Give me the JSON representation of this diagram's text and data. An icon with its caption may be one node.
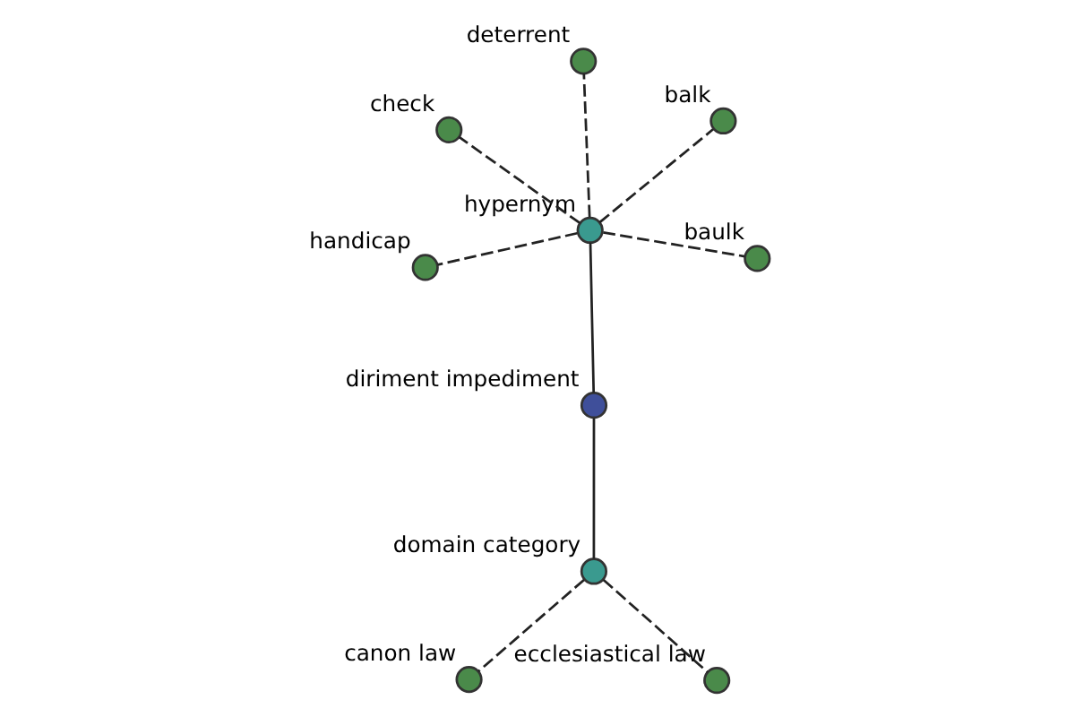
{
  "diagram": {
    "nodes": [
      {
        "text": [
          "diriment impediment"
        ]
      },
      {
        "text": [
          "hypernym"
        ]
      },
      {
        "text": [
          "domain category"
        ]
      },
      {
        "text": [
          "deterrent"
        ]
      },
      {
        "text": [
          "balk"
        ]
      },
      {
        "text": [
          "check"
        ]
      },
      {
        "text": [
          "handicap"
        ]
      },
      {
        "text": [
          "baulk"
        ]
      },
      {
        "text": [
          "canon law"
        ]
      },
      {
        "text": [
          "ecclesiastical law"
        ]
      }
    ],
    "edges": [
      {
        "from": 1,
        "to": 0,
        "arrow": "none"
      },
      {
        "from": 0,
        "to": 2,
        "arrow": "none"
      },
      {
        "from": 1,
        "to": 3,
        "arrow": "none",
        "style": "dashed"
      },
      {
        "from": 1,
        "to": 4,
        "arrow": "none",
        "style": "dashed"
      },
      {
        "from": 1,
        "to": 5,
        "arrow": "none",
        "style": "dashed"
      },
      {
        "from": 1,
        "to": 6,
        "arrow": "none",
        "style": "dashed"
      },
      {
        "from": 1,
        "to": 7,
        "arrow": "none",
        "style": "dashed"
      },
      {
        "from": 2,
        "to": 8,
        "arrow": "none",
        "style": "dashed"
      },
      {
        "from": 2,
        "to": 9,
        "arrow": "none",
        "style": "dashed"
      }
    ]
  }
}
